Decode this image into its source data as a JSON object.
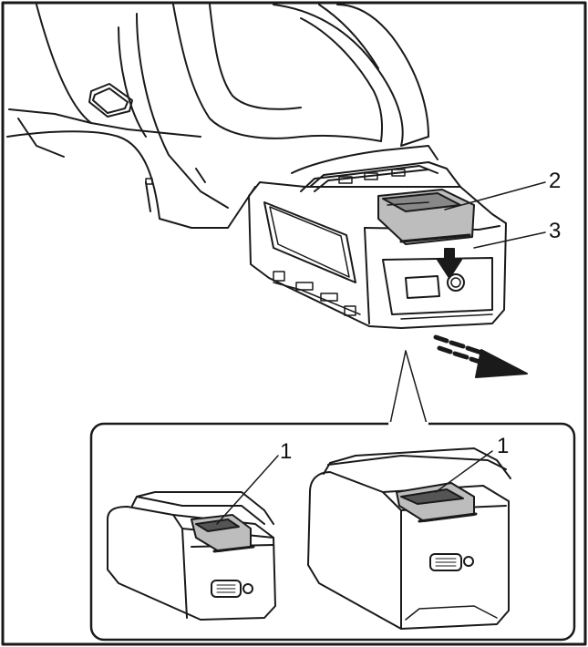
{
  "callouts": {
    "latch_top_left": "1",
    "latch_top_right": "1",
    "button_main": "2",
    "indicator_main": "3"
  },
  "colors": {
    "ink": "#1a1a1a",
    "paper": "#ffffff",
    "shade": "#bdbdbd",
    "dark_shade": "#555555"
  }
}
